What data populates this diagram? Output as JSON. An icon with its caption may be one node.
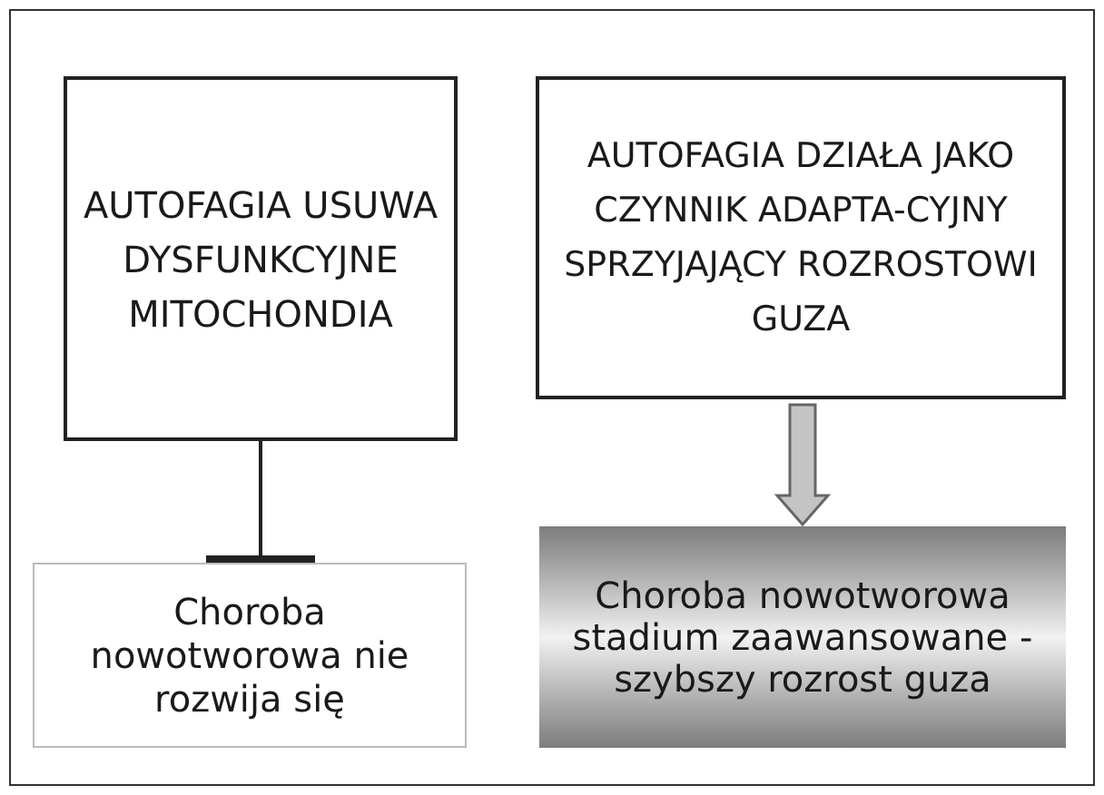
{
  "diagram": {
    "nodes": [
      {
        "text": [
          "AUTOFAGIA USUWA DYSFUNKCYJNE MITOCHONDIA"
        ]
      },
      {
        "text": [
          "AUTOFAGIA DZIAŁA JAKO CZYNNIK ADAPTA-CYJNY SPRZYJAJĄCY ROZROSTOWI GUZA"
        ]
      },
      {
        "text": [
          "Choroba nowotworowa nie rozwija się"
        ]
      },
      {
        "text": [
          "Choroba nowotworowa stadium zaawansowane - szybszy rozrost guza"
        ]
      }
    ],
    "edges": [
      {
        "from": 0,
        "to": 2,
        "arrow": "other"
      },
      {
        "from": 1,
        "to": 3,
        "arrow": "to",
        "style": "thick"
      }
    ]
  }
}
